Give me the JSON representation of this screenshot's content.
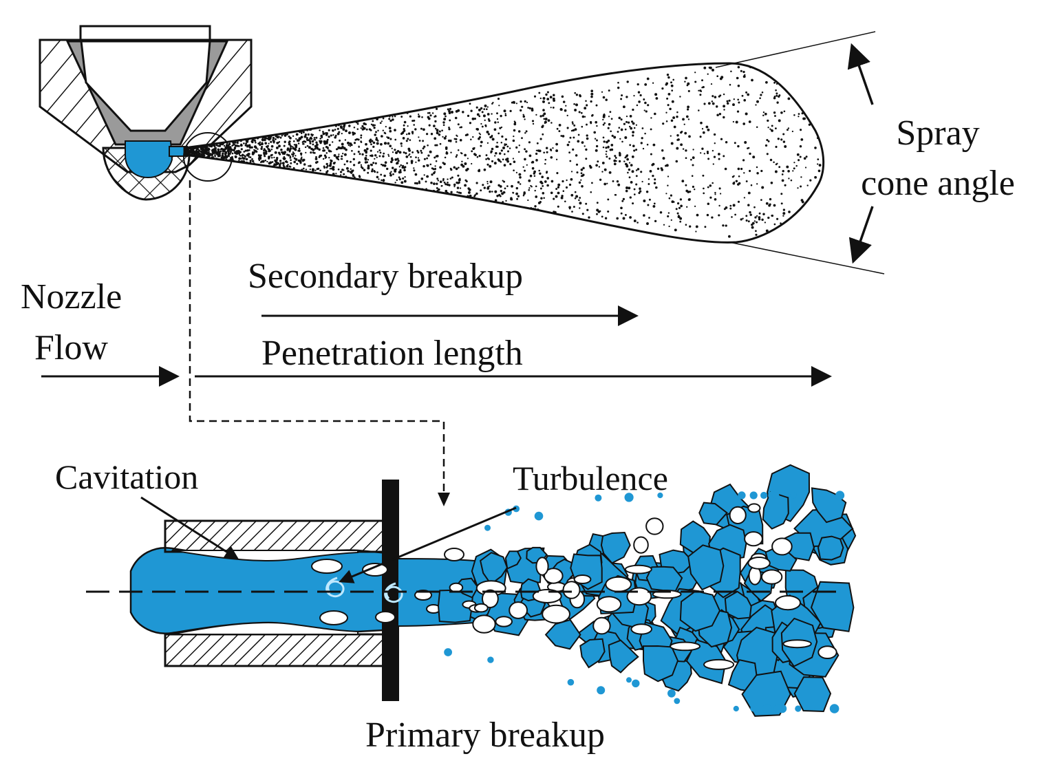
{
  "labels": {
    "spray_line1": "Spray",
    "spray_line2": "cone angle",
    "nozzle_line1": "Nozzle",
    "nozzle_line2": "Flow",
    "secondary_breakup": "Secondary breakup",
    "penetration_length": "Penetration length",
    "cavitation": "Cavitation",
    "turbulence": "Turbulence",
    "primary_breakup": "Primary breakup"
  },
  "colors": {
    "liquid": "#1f97d4",
    "ink": "#111111",
    "vortex": "#bfe9ff",
    "background": "#ffffff"
  }
}
